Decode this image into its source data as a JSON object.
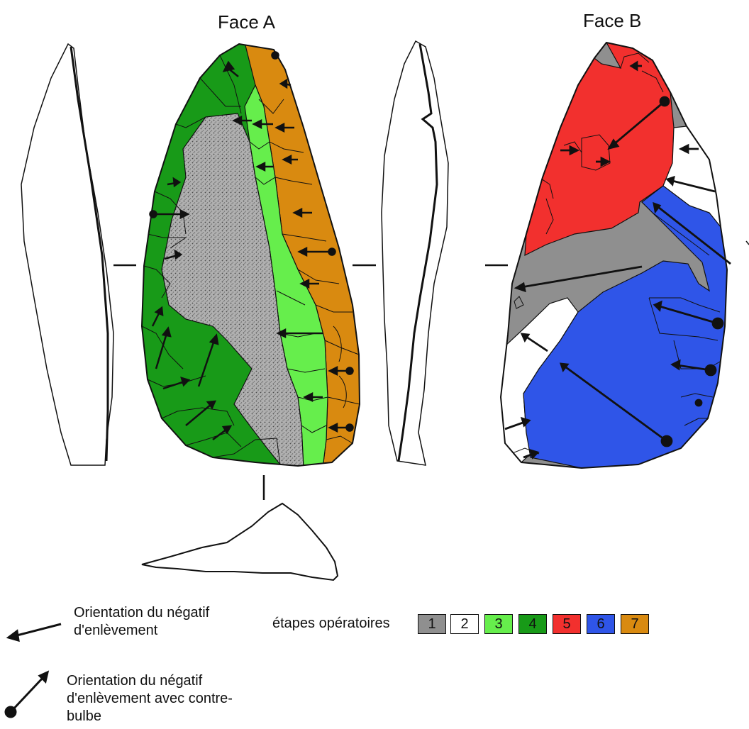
{
  "faces": {
    "a_title": "Face A",
    "b_title": "Face B"
  },
  "legend": {
    "arrow_label": "Orientation du négatif d'enlèvement",
    "bulb_arrow_label": "Orientation du négatif d'enlèvement avec contre-bulbe",
    "stages_title": "étapes opératoires",
    "stages": [
      {
        "label": "1",
        "color": "#8f8f8f"
      },
      {
        "label": "2",
        "color": "#ffffff"
      },
      {
        "label": "3",
        "color": "#66ee4c"
      },
      {
        "label": "4",
        "color": "#189a18"
      },
      {
        "label": "5",
        "color": "#f2302e"
      },
      {
        "label": "6",
        "color": "#2f55e8"
      },
      {
        "label": "7",
        "color": "#d98a10"
      }
    ]
  },
  "colors": {
    "cortex": "#a4a4a4",
    "outline": "#111111"
  }
}
